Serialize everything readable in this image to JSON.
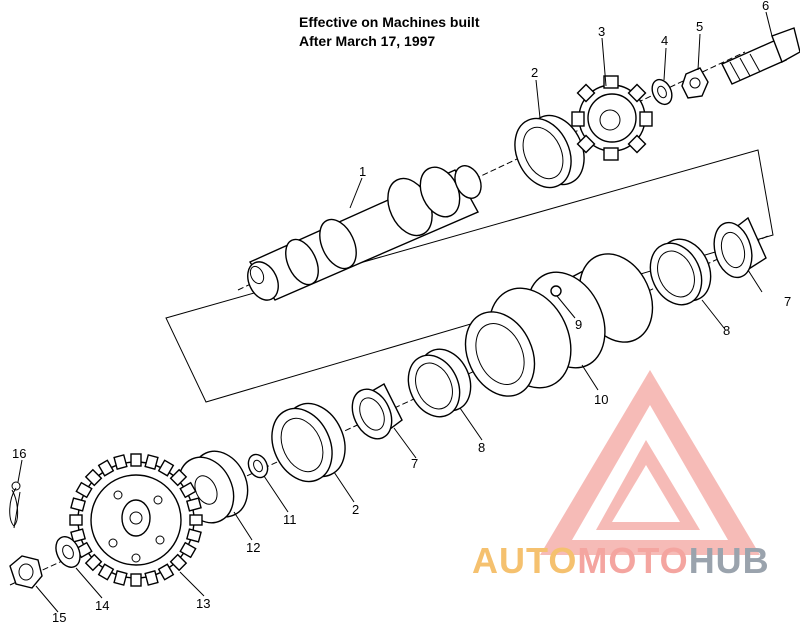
{
  "note": {
    "line1": "Effective on Machines built",
    "line2": "After March 17, 1997"
  },
  "callouts": {
    "c1": "1",
    "c2a": "2",
    "c2b": "2",
    "c3": "3",
    "c4": "4",
    "c5": "5",
    "c6": "6",
    "c7a": "7",
    "c7b": "7",
    "c8a": "8",
    "c8b": "8",
    "c9": "9",
    "c10": "10",
    "c11": "11",
    "c12": "12",
    "c13": "13",
    "c14": "14",
    "c15": "15",
    "c16": "16"
  },
  "watermark": {
    "part1": "AUTO",
    "part2": "MOTO",
    "part3": "HUB",
    "colors": {
      "auto": "#f5c16f",
      "moto": "#f4a5a0",
      "hub": "#9aa3ad",
      "logo": "#f4a5a0"
    }
  }
}
